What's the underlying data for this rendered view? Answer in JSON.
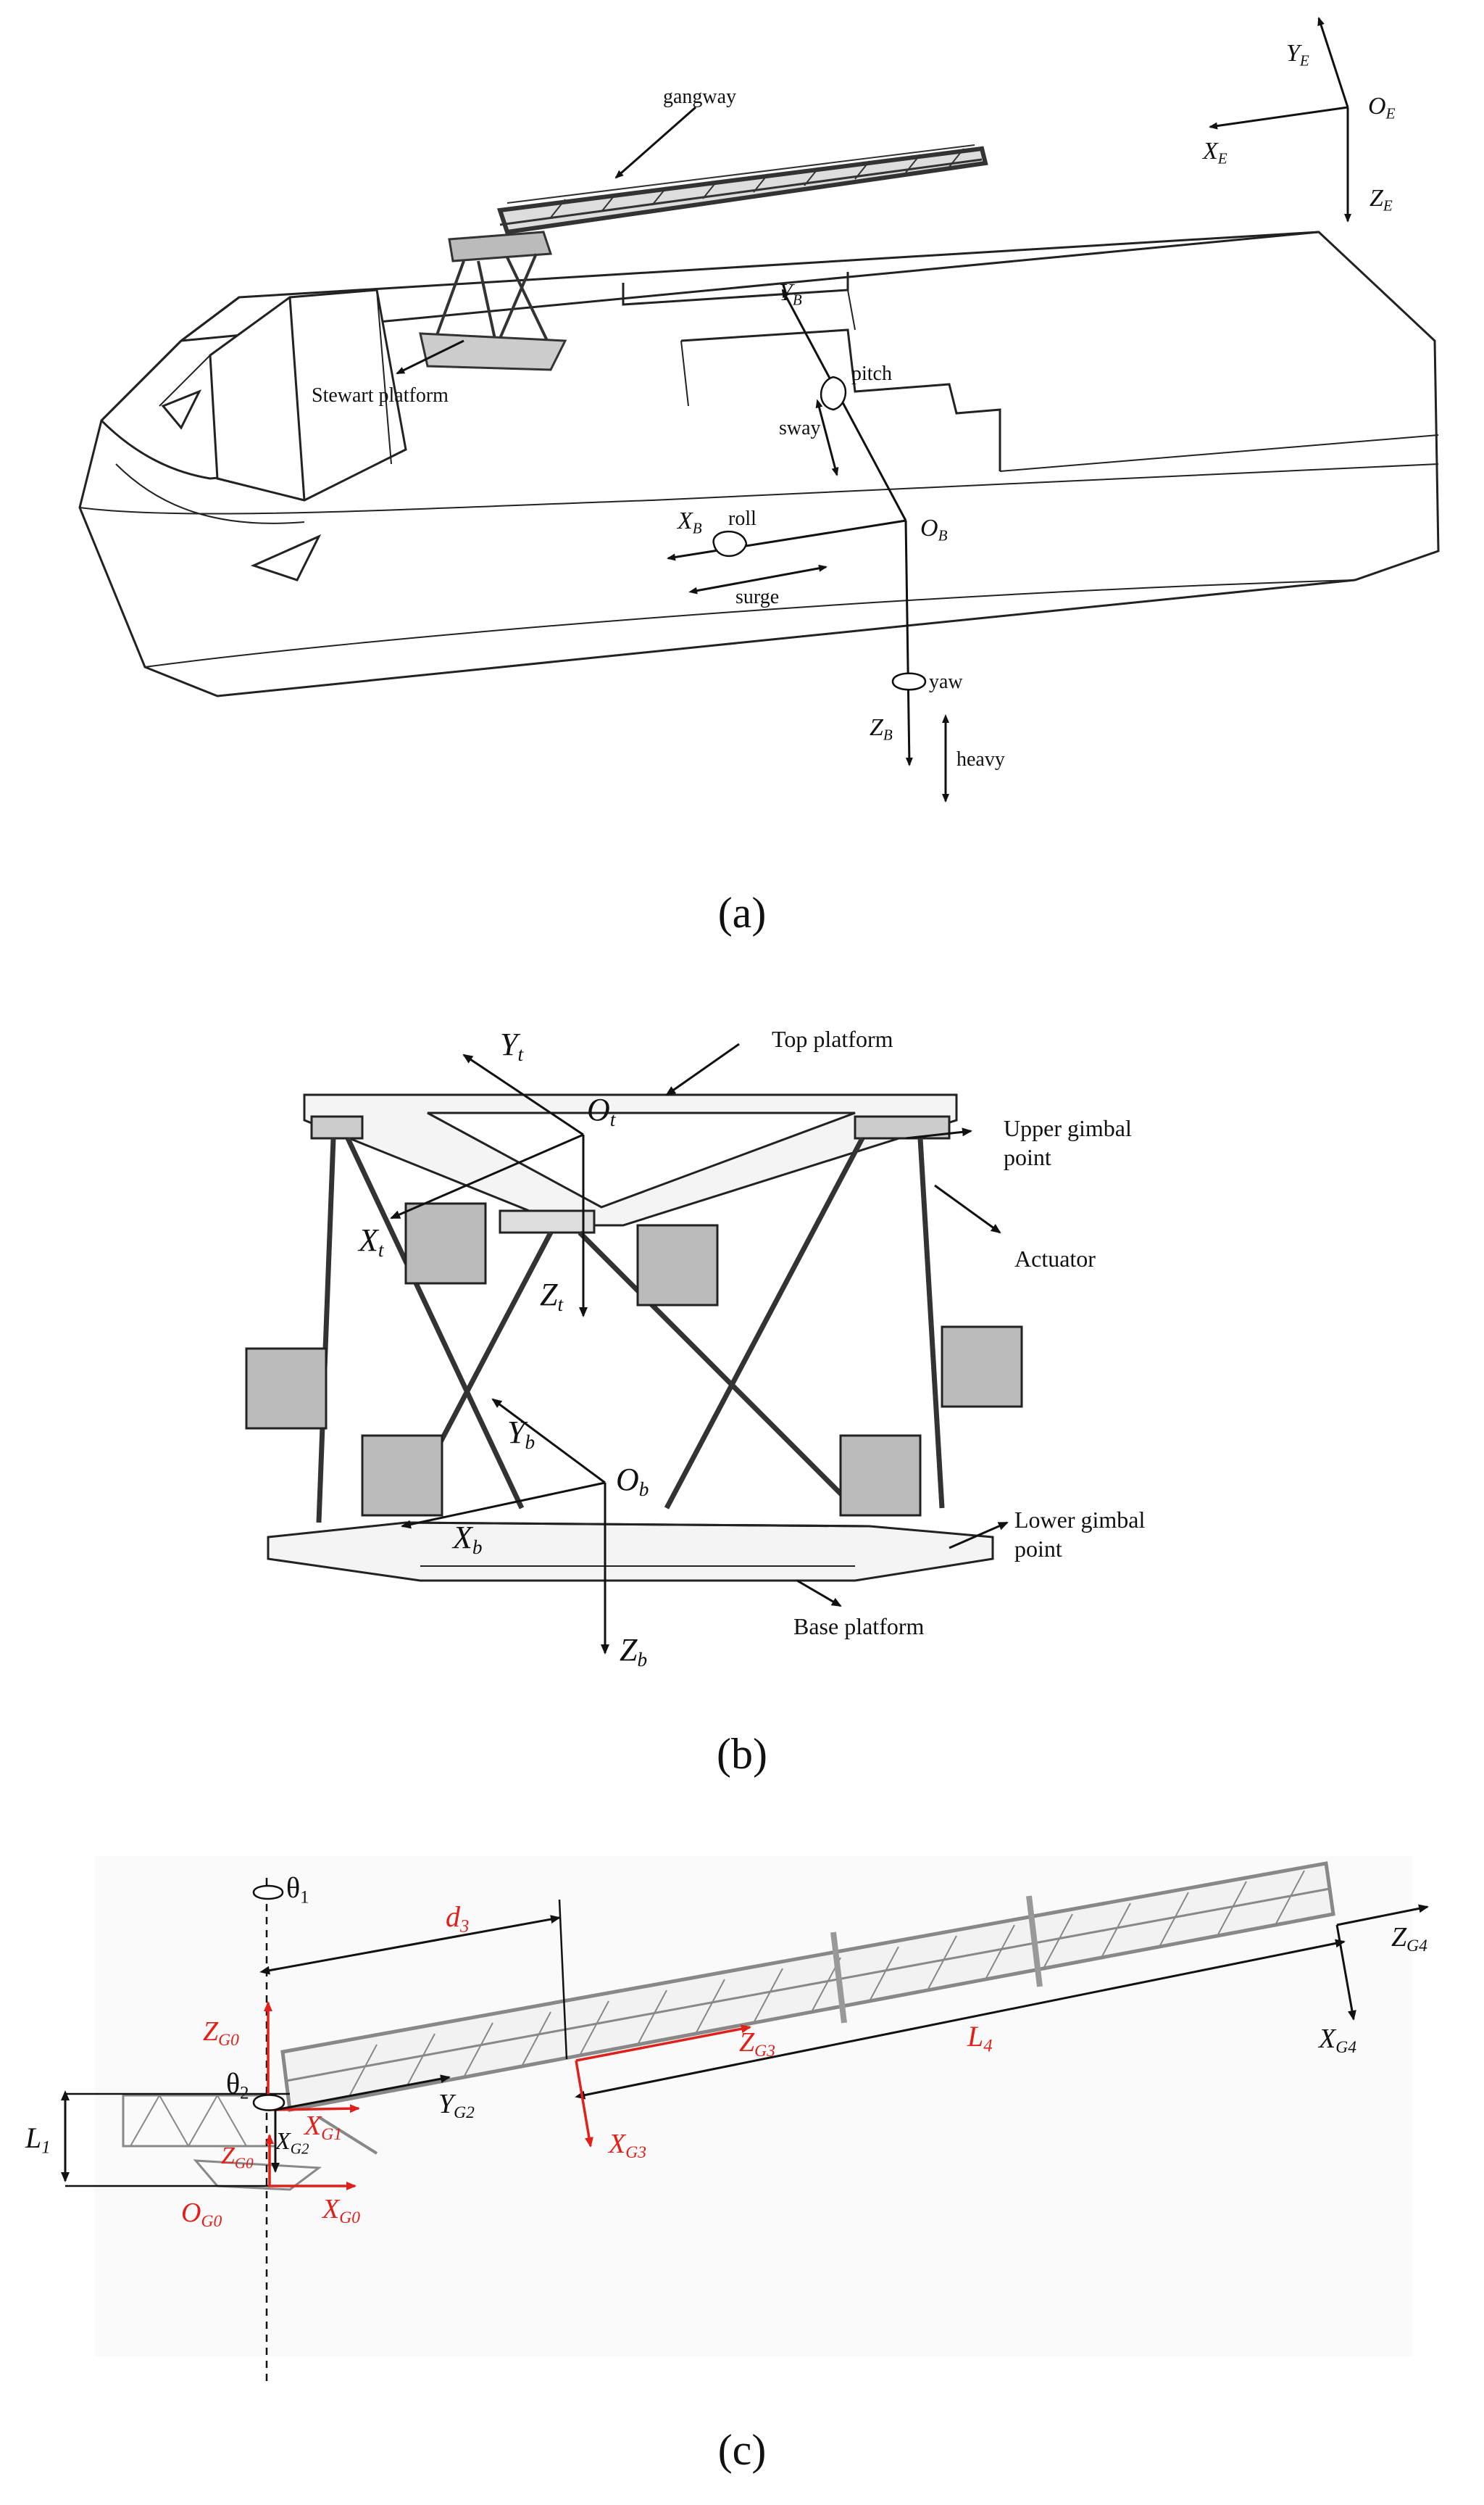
{
  "panels": {
    "a": {
      "caption": "(a)",
      "labels": {
        "gangway": "gangway",
        "stewart": "Stewart platform",
        "pitch": "pitch",
        "sway": "sway",
        "roll": "roll",
        "surge": "surge",
        "yaw": "yaw",
        "heavy": "heavy"
      },
      "axes": {
        "YE": {
          "main": "Y",
          "sub": "E"
        },
        "XE": {
          "main": "X",
          "sub": "E"
        },
        "ZE": {
          "main": "Z",
          "sub": "E"
        },
        "OE": {
          "main": "O",
          "sub": "E"
        },
        "YB": {
          "main": "Y",
          "sub": "B"
        },
        "XB": {
          "main": "X",
          "sub": "B"
        },
        "ZB": {
          "main": "Z",
          "sub": "B"
        },
        "OB": {
          "main": "O",
          "sub": "B"
        }
      }
    },
    "b": {
      "caption": "(b)",
      "labels": {
        "top_platform": "Top platform",
        "upper_gimbal_1": "Upper gimbal",
        "upper_gimbal_2": "point",
        "actuator": "Actuator",
        "lower_gimbal_1": "Lower gimbal",
        "lower_gimbal_2": "point",
        "base_platform": "Base platform"
      },
      "axes": {
        "Yt": {
          "main": "Y",
          "sub": "t"
        },
        "Xt": {
          "main": "X",
          "sub": "t"
        },
        "Zt": {
          "main": "Z",
          "sub": "t"
        },
        "Ot": {
          "main": "O",
          "sub": "t"
        },
        "Yb": {
          "main": "Y",
          "sub": "b"
        },
        "Xb": {
          "main": "X",
          "sub": "b"
        },
        "Zb": {
          "main": "Z",
          "sub": "b"
        },
        "Ob": {
          "main": "O",
          "sub": "b"
        }
      }
    },
    "c": {
      "caption": "(c)",
      "labels": {
        "theta1": {
          "main": "θ",
          "sub": "1"
        },
        "theta2": {
          "main": "θ",
          "sub": "2"
        },
        "d3": {
          "main": "d",
          "sub": "3"
        },
        "L4": {
          "main": "L",
          "sub": "4"
        },
        "L1": {
          "main": "L",
          "sub": "1"
        }
      },
      "axes": {
        "ZG0_top": {
          "main": "Z",
          "sub": "G0"
        },
        "ZG0_low": {
          "main": "Z",
          "sub": "G0"
        },
        "XG0": {
          "main": "X",
          "sub": "G0"
        },
        "OG0": {
          "main": "O",
          "sub": "G0"
        },
        "XG1": {
          "main": "X",
          "sub": "G1"
        },
        "XG2": {
          "main": "X",
          "sub": "G2"
        },
        "YG2": {
          "main": "Y",
          "sub": "G2"
        },
        "ZG3": {
          "main": "Z",
          "sub": "G3"
        },
        "XG3": {
          "main": "X",
          "sub": "G3"
        },
        "ZG4": {
          "main": "Z",
          "sub": "G4"
        },
        "XG4": {
          "main": "X",
          "sub": "G4"
        }
      }
    }
  },
  "colors": {
    "ink": "#111111",
    "red": "#e0201a",
    "structure": "#555555"
  }
}
